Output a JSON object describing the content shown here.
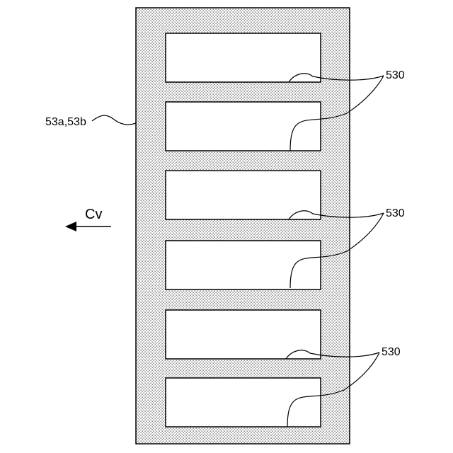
{
  "labels": {
    "member": "53a,53b",
    "direction": "Cv",
    "ref_top": "530",
    "ref_middle": "530",
    "ref_bottom": "530"
  },
  "colors": {
    "line": "#000000",
    "dot": "#555555",
    "background": "#ffffff",
    "window_fill": "#ffffff"
  },
  "openings": {
    "count": 6,
    "pairs": 3
  }
}
